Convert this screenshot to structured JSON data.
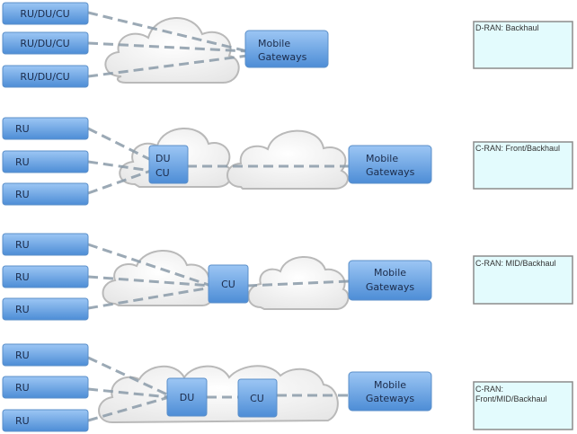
{
  "diagram_title": "RAN transport architectures",
  "colors": {
    "node_fill_top": "#8fbdf2",
    "node_fill_bottom": "#4f8fd8",
    "node_border": "#5b8fc9",
    "link": "#8a9aa8",
    "cloud_fill": "#f2f2f2",
    "cloud_border": "#b9b9b9",
    "label_fill": "#e3fbfd",
    "label_border": "#8c8c8c"
  },
  "rows": [
    {
      "id": "d-ran",
      "label": "D-RAN: Backhaul",
      "label_lines": [
        "D-RAN: Backhaul"
      ],
      "radios": [
        "RU/DU/CU",
        "RU/DU/CU",
        "RU/DU/CU"
      ],
      "middle_nodes": [],
      "gateway_lines": [
        "Mobile",
        "Gateways"
      ]
    },
    {
      "id": "c-ran-front-backhaul",
      "label": "C-RAN: Front/Backhaul",
      "label_lines": [
        "C-RAN: Front/Backhaul"
      ],
      "radios": [
        "RU",
        "RU",
        "RU"
      ],
      "middle_nodes": [
        {
          "lines": [
            "DU",
            "CU"
          ]
        }
      ],
      "gateway_lines": [
        "Mobile",
        "Gateways"
      ]
    },
    {
      "id": "c-ran-mid-backhaul",
      "label": "C-RAN: MID/Backhaul",
      "label_lines": [
        "C-RAN: MID/Backhaul"
      ],
      "radios": [
        "RU",
        "RU",
        "RU"
      ],
      "middle_nodes": [
        {
          "lines": [
            "CU"
          ]
        }
      ],
      "gateway_lines": [
        "Mobile",
        "Gateways"
      ]
    },
    {
      "id": "c-ran-front-mid-backhaul",
      "label": "C-RAN: Front/MID/Backhaul",
      "label_lines": [
        "C-RAN:",
        "Front/MID/Backhaul"
      ],
      "radios": [
        "RU",
        "RU",
        "RU"
      ],
      "middle_nodes": [
        {
          "lines": [
            "DU"
          ]
        },
        {
          "lines": [
            "CU"
          ]
        }
      ],
      "gateway_lines": [
        "Mobile",
        "Gateways"
      ]
    }
  ]
}
